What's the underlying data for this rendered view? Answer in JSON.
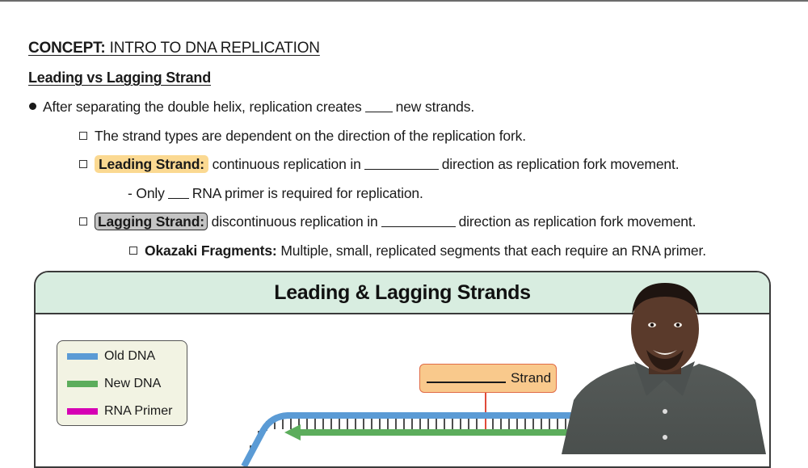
{
  "concept": {
    "label": "CONCEPT:",
    "title": "INTRO TO DNA REPLICATION"
  },
  "section_title": "Leading vs Lagging Strand",
  "notes": {
    "bullet1": {
      "before": "After separating the double helix, replication creates",
      "after": "new strands."
    },
    "sub1": "The strand types are dependent on the direction of the replication fork.",
    "leading": {
      "term": "Leading Strand:",
      "before": "continuous replication in",
      "after": "direction as replication fork movement."
    },
    "leading_note": {
      "before": "- Only",
      "after": "RNA primer is required for replication."
    },
    "lagging": {
      "term": "Lagging Strand:",
      "before": "discontinuous replication in",
      "after": "direction as replication fork movement."
    },
    "okazaki": {
      "term": "Okazaki Fragments:",
      "text": "Multiple, small, replicated segments that each require an RNA primer."
    }
  },
  "diagram": {
    "title": "Leading & Lagging Strands",
    "legend": [
      {
        "label": "Old DNA",
        "color": "#5b9bd5"
      },
      {
        "label": "New DNA",
        "color": "#5cad5c"
      },
      {
        "label": "RNA Primer",
        "color": "#d600b4"
      }
    ],
    "strand_label": "Strand",
    "colors": {
      "header_bg": "#d8ede0",
      "label_bg": "#f9c98c",
      "label_border": "#e06b47",
      "pointer": "#e04a3a"
    }
  },
  "presenter": {
    "description": "instructor video overlay"
  }
}
